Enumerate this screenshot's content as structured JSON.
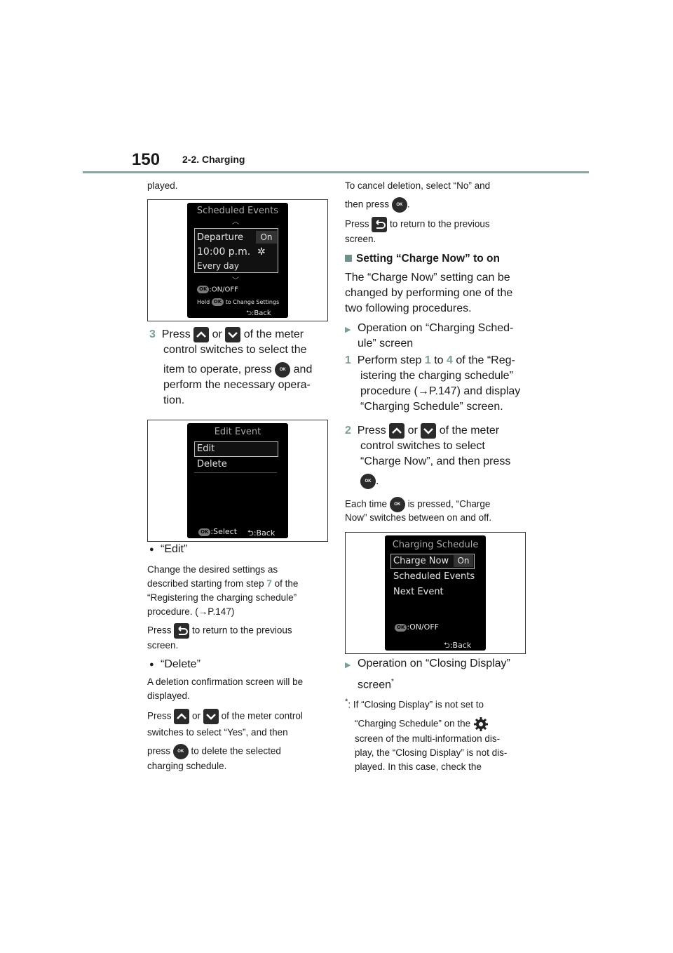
{
  "header": {
    "page_number": "150",
    "section": "2-2. Charging"
  },
  "left": {
    "played": "played.",
    "screen1": {
      "title": "Scheduled Events",
      "row1": "Departure",
      "row1_value": "On",
      "row2": "10:00 p.m.",
      "row3": "Every day",
      "ok_label": "OK",
      "line1": ":ON/OFF",
      "line2_pre": "Hold",
      "line2_post": "to Change Settings",
      "back": ":Back"
    },
    "step3": {
      "num": "3",
      "t1": "Press",
      "t2": "or",
      "t3": "of the meter",
      "t4": "control switches to select the",
      "t5": "item to operate, press",
      "t6": "and",
      "t7": "perform the necessary opera-",
      "t8": "tion."
    },
    "screen2": {
      "title": "Edit Event",
      "item1": "Edit",
      "item2": "Delete",
      "select": ":Select",
      "back": ":Back"
    },
    "edit_bullet": "“Edit”",
    "edit_text": {
      "l1a": "Change the desired settings as",
      "l2a": "described starting from step",
      "l2num": "7",
      "l2b": "of the",
      "l3": "“Registering the charging schedule”",
      "l4": "procedure. (→P.147)"
    },
    "press_back": {
      "a": "Press",
      "b": "to return to the previous",
      "c": "screen."
    },
    "delete_bullet": "“Delete”",
    "delete_text": {
      "l1": "A deletion confirmation screen will be",
      "l2": "displayed.",
      "l3a": "Press",
      "l3b": "or",
      "l3c": "of the meter control",
      "l4": "switches to select “Yes”, and then",
      "l5a": "press",
      "l5b": "to delete the selected",
      "l6": "charging schedule."
    }
  },
  "right": {
    "cancel": {
      "l1": "To cancel deletion, select “No” and",
      "l2a": "then press",
      "l2b": ".",
      "l3a": "Press",
      "l3b": "to return to the previous",
      "l4": "screen."
    },
    "heading": "Setting “Charge Now” to on",
    "intro": {
      "l1": "The “Charge Now” setting can be",
      "l2": "changed by performing one of the",
      "l3": "two following procedures."
    },
    "op1": {
      "l1": "Operation on “Charging Sched-",
      "l2": "ule” screen"
    },
    "step1": {
      "num": "1",
      "a": "Perform step",
      "n1": "1",
      "b": "to",
      "n2": "4",
      "c": "of the “Reg-",
      "l2": "istering the charging schedule”",
      "l3": "procedure (→P.147) and display",
      "l4": "“Charging Schedule” screen."
    },
    "step2": {
      "num": "2",
      "a": "Press",
      "b": "or",
      "c": "of the meter",
      "l2": "control switches to select",
      "l3": "“Charge Now”, and then press",
      "l4": "."
    },
    "each_time": {
      "a": "Each time",
      "b": "is pressed, “Charge",
      "l2": "Now” switches between on and off."
    },
    "screen3": {
      "title": "Charging Schedule",
      "item1": "Charge Now",
      "item1_value": "On",
      "item2": "Scheduled Events",
      "item3": "Next Event",
      "onoff": ":ON/OFF",
      "back": ":Back"
    },
    "op2": {
      "l1": "Operation on “Closing Display”",
      "l2": "screen",
      "sup": "*"
    },
    "footnote": {
      "mark": "*",
      "l1": ": If “Closing Display” is not set to",
      "l2a": "“Charging Schedule” on the",
      "l3": "screen of the multi-information dis-",
      "l4": "play, the “Closing Display” is not dis-",
      "l5": "played. In this case, check the"
    }
  },
  "ok_icon_text": "OK"
}
